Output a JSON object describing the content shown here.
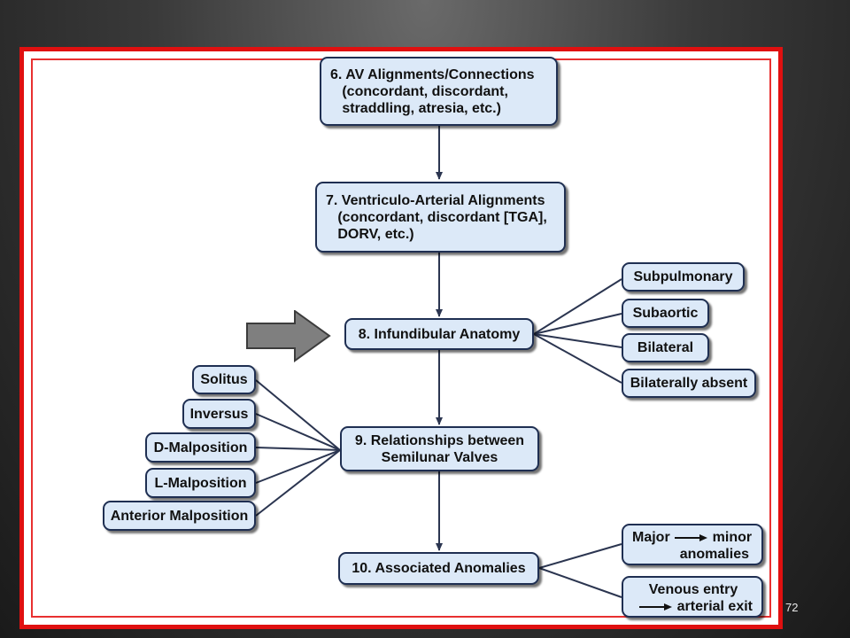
{
  "boxes": {
    "av": "6. AV Alignments/Connections\n   (concordant, discordant,\n   straddling, atresia, etc.)",
    "va": "7. Ventriculo-Arterial Alignments\n   (concordant, discordant [TGA],\n   DORV, etc.)",
    "infundibular": "8. Infundibular Anatomy",
    "semilunar": "9. Relationships between\nSemilunar Valves",
    "associated": "10. Associated Anomalies"
  },
  "infundibular_options": [
    "Subpulmonary",
    "Subaortic",
    "Bilateral",
    "Bilaterally absent"
  ],
  "semilunar_options": [
    "Solitus",
    "Inversus",
    "D-Malposition",
    "L-Malposition",
    "Anterior Malposition"
  ],
  "anomaly_options": {
    "major_from": "Major",
    "major_to": "minor",
    "major_line2": "anomalies",
    "venous_line1": "Venous entry",
    "venous_to": "arterial exit"
  },
  "slide_number": "72",
  "colors": {
    "frame": "#e01010",
    "box_fill": "#dce9f8",
    "box_border": "#1f2f52",
    "pointer_arrow": "#7f7f7f"
  },
  "icons": {
    "pointer": "right-arrow-icon"
  }
}
